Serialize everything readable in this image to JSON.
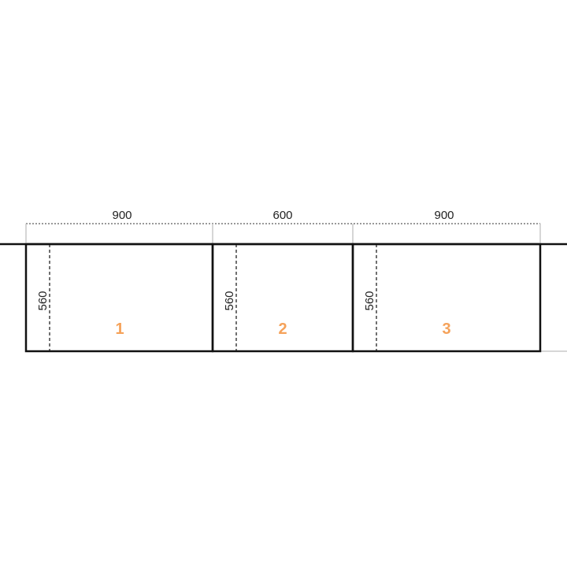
{
  "colors": {
    "line": "#111111",
    "dim_line": "#333333",
    "extension": "#c8c8c8",
    "number": "#f5a25a"
  },
  "widths": [
    {
      "value": 900,
      "label": "900"
    },
    {
      "value": 600,
      "label": "600"
    },
    {
      "value": 900,
      "label": "900"
    }
  ],
  "cabinets": [
    {
      "number": "1",
      "depth_label": "560"
    },
    {
      "number": "2",
      "depth_label": "560"
    },
    {
      "number": "3",
      "depth_label": "560"
    }
  ]
}
